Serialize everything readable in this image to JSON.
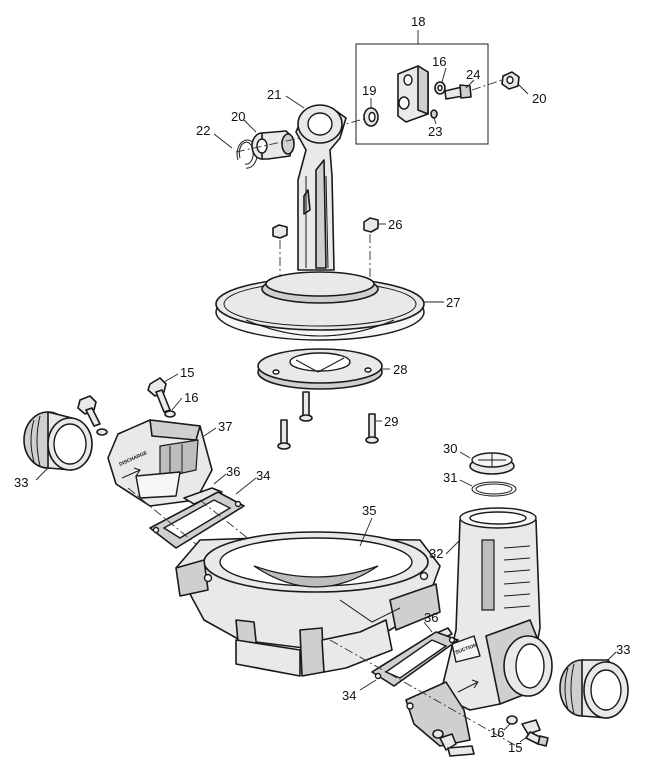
{
  "callouts": {
    "c18": "18",
    "c16_top": "16",
    "c24": "24",
    "c19": "19",
    "c20_right": "20",
    "c21": "21",
    "c20_left": "20",
    "c22": "22",
    "c23": "23",
    "c26": "26",
    "c27": "27",
    "c28": "28",
    "c15_left": "15",
    "c16_left": "16",
    "c29": "29",
    "c37": "37",
    "c33_left": "33",
    "c36_upper": "36",
    "c34_upper": "34",
    "c30": "30",
    "c31": "31",
    "c35": "35",
    "c32": "32",
    "c36_lower": "36",
    "c33_right": "33",
    "c34_lower": "34",
    "c16_right": "16",
    "c15_right": "15"
  },
  "markings": {
    "discharge": "DISCHARGE",
    "suction": "SUCTION"
  }
}
